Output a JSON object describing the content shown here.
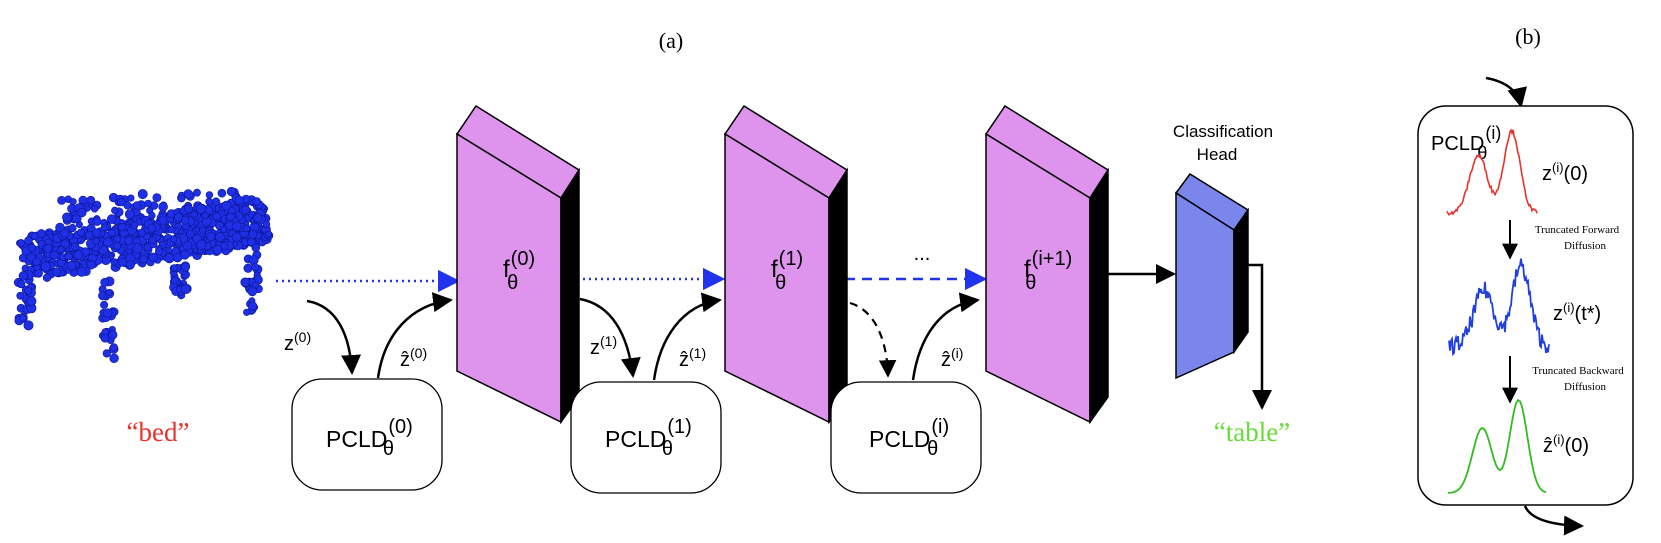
{
  "panel_a": {
    "label": "(a)",
    "input_label": "“bed”",
    "output_label": "“table”",
    "classification_head_line1": "Classification",
    "classification_head_line2": "Head",
    "ellipsis": "...",
    "blocks": [
      {
        "base": "f",
        "sub": "θ",
        "sup": "(0)"
      },
      {
        "base": "f",
        "sub": "θ",
        "sup": "(1)"
      },
      {
        "base": "f",
        "sub": "θ",
        "sup": "(i+1)"
      }
    ],
    "pcld_boxes": [
      {
        "base": "PCLD",
        "sub": "θ",
        "sup": "(0)"
      },
      {
        "base": "PCLD",
        "sub": "θ",
        "sup": "(1)"
      },
      {
        "base": "PCLD",
        "sub": "θ",
        "sup": "(i)"
      }
    ],
    "latent_labels": [
      {
        "base": "z",
        "sup": "(0)"
      },
      {
        "base": "ẑ",
        "sup": "(0)"
      },
      {
        "base": "z",
        "sup": "(1)"
      },
      {
        "base": "ẑ",
        "sup": "(1)"
      },
      {
        "base": "ẑ",
        "sup": "(i)"
      }
    ]
  },
  "panel_b": {
    "label": "(b)",
    "module": {
      "base": "PCLD",
      "sub": "θ",
      "sup": "(i)"
    },
    "step1_line1": "Truncated Forward",
    "step1_line2": "Diffusion",
    "step2_line1": "Truncated Backward",
    "step2_line2": "Diffusion",
    "curves": [
      {
        "base": "z",
        "sup": "(i)",
        "arg": "(0)"
      },
      {
        "base": "z",
        "sup": "(i)",
        "arg": "(t*)"
      },
      {
        "base": "ẑ",
        "sup": "(i)",
        "arg": "(0)"
      }
    ]
  },
  "colors": {
    "block_face": "#de94ec",
    "block_side": "#000000",
    "head_face": "#7b86ec",
    "point_cloud": "#1f2fe6",
    "input_label": "#e8322a",
    "output_label": "#66dd33",
    "blue_arrow": "#2233ee",
    "curve_clean": "#e8322a",
    "curve_noisy": "#2240e0",
    "curve_restored": "#33bb22"
  }
}
